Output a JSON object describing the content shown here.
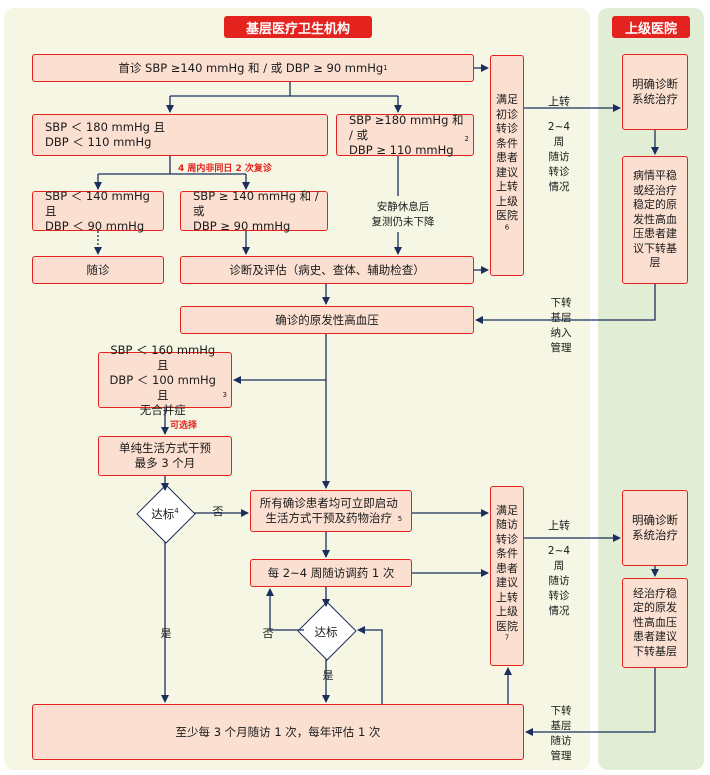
{
  "headers": {
    "left": "基层医疗卫生机构",
    "right": "上级医院"
  },
  "boxes": {
    "first_visit": "首诊 SBP ≥140 mmHg 和 / 或 DBP ≥ 90 mmHg",
    "first_visit_sup": "1",
    "bp_lower": "SBP ＜ 180 mmHg 且\nDBP ＜ 110 mmHg",
    "bp_high": "SBP ≥180 mmHg 和 / 或\nDBP ≥ 110 mmHg",
    "bp_high_sup": "2",
    "recheck_note": "4 周内非同日 2 次复诊",
    "normal_bp": "SBP ＜ 140 mmHg 且\nDBP ＜ 90 mmHg",
    "elevated_bp": "SBP ≥ 140 mmHg 和 / 或\nDBP ≥ 90 mmHg",
    "rest_note": "安静休息后\n复测仍未下降",
    "follow_up": "随诊",
    "diagnosis_eval": "诊断及评估（病史、查体、辅助检查）",
    "confirmed": "确诊的原发性高血压",
    "mild": "SBP ＜ 160 mmHg 且\nDBP ＜ 100 mmHg 且\n无合并症",
    "mild_sup": "3",
    "optional": "可选择",
    "lifestyle": "单纯生活方式干预\n最多 3 个月",
    "target_left": "达标",
    "target_left_sup": "4",
    "no_left": "否",
    "yes_left": "是",
    "all_treat": "所有确诊患者均可立即启动\n生活方式干预及药物治疗",
    "all_treat_sup": "5",
    "adjust": "每 2~4 周随访调药 1 次",
    "target_mid": "达标",
    "no_mid": "否",
    "yes_mid": "是",
    "final": "至少每 3 个月随访 1 次，每年评估 1 次",
    "referral_top": "满足初诊转诊条件患者建议上转上级医院",
    "referral_top_sup": "6",
    "referral_bottom": "满足随访转诊条件患者建议上转上级医院",
    "referral_bottom_sup": "7",
    "hosp_top": "明确诊断\n系统治疗",
    "hosp_down_top": "病情平稳或经治疗稳定的原发性高血压患者建议下转基层",
    "hosp_bottom": "明确诊断\n系统治疗",
    "hosp_down_bottom": "经治疗稳定的原发性高血压患者建议下转基层"
  },
  "labels": {
    "up_top": "上转",
    "up_top_note": "2~4周\n随访\n转诊\n情况",
    "down_top": "下转\n基层\n纳入\n管理",
    "up_bottom": "上转",
    "up_bottom_note": "2~4周\n随访\n转诊\n情况",
    "down_bottom": "下转\n基层\n随访\n管理"
  },
  "colors": {
    "accent_red": "#e4231f",
    "box_fill": "#fbe0d2",
    "arrow_navy": "#1b2f5c",
    "left_panel": "#f6f6e4",
    "right_panel": "#e2edd6"
  }
}
